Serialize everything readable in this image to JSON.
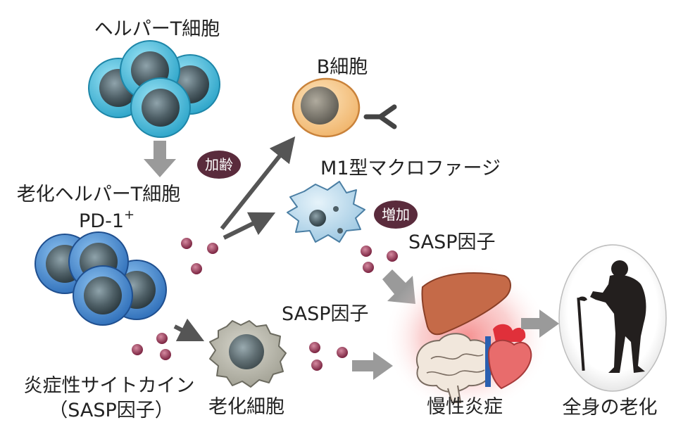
{
  "labels": {
    "helper_t": "ヘルパーT細胞",
    "aged_helper_t": "老化ヘルパーT細胞",
    "pd1": "PD-1",
    "pd1_sup": "+",
    "b_cell": "B細胞",
    "m1_macrophage": "M1型マクロファージ",
    "sasp_factor_upper": "SASP因子",
    "sasp_factor_middle": "SASP因子",
    "inflammatory_cytokine": "炎症性サイトカイン",
    "sasp_paren": "（SASP因子）",
    "senescent_cell": "老化細胞",
    "chronic_inflammation": "慢性炎症",
    "systemic_aging": "全身の老化"
  },
  "badges": {
    "aging": "加齢",
    "increase": "増加"
  },
  "colors": {
    "helper_t_cell": "#45b6d6",
    "aged_helper_t_cell": "#3a7fc8",
    "b_cell": "#f7c98a",
    "macrophage": "#bcd9ea",
    "senescent_cell": "#a8a79a",
    "badge": "#5a2b3c",
    "cytokine_dot": "#8a2e45",
    "arrow_dark": "#555555",
    "arrow_light": "#9a9a9a"
  }
}
